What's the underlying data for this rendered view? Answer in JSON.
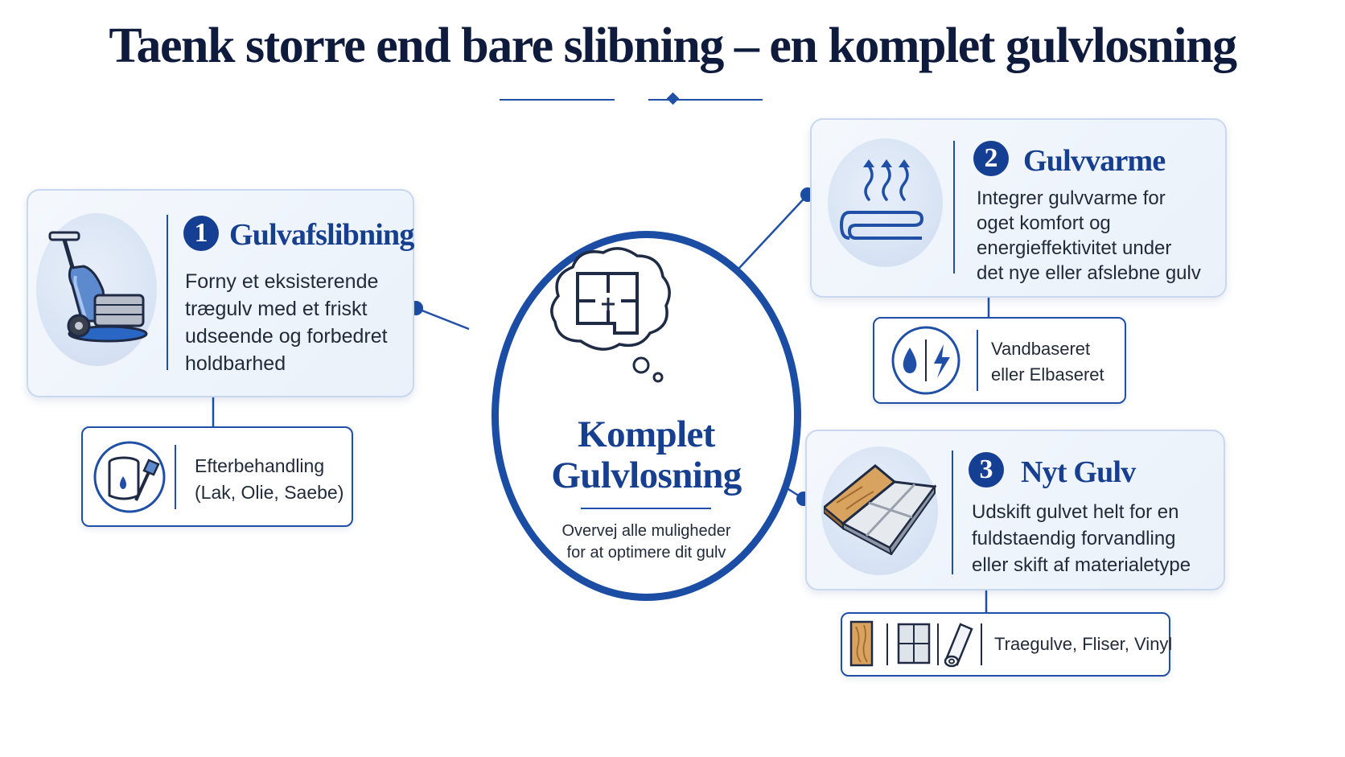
{
  "title": "Taenk storre end bare slibning – en komplet gulvlosning",
  "center": {
    "title": "Komplet\nGulvlosning",
    "subtitle": "Overvej alle muligheder\nfor at optimere dit gulv",
    "icon": "floorplan-thought-icon"
  },
  "options": [
    {
      "number": "1",
      "title": "Gulvafslibning",
      "text": "Forny et eksisterende\ntrægulv med et friskt\nudseende og forbedret\nholdbarhed",
      "icon": "floor-sander-icon",
      "sub": {
        "text": "Efterbehandling\n(Lak, Olie, Saebe)",
        "icon": "paint-can-brush-icon"
      }
    },
    {
      "number": "2",
      "title": "Gulvvarme",
      "text": "Integrer gulvvarme for\noget komfort og\nenergieffektivitet under\ndet nye eller afslebne gulv",
      "icon": "floor-heating-icon",
      "sub": {
        "text": "Vandbaseret\neller Elbaseret",
        "icons": [
          "water-drop-icon",
          "lightning-icon"
        ]
      }
    },
    {
      "number": "3",
      "title": "Nyt Gulv",
      "text": "Udskift gulvet helt for en\nfuldstaendig forvandling\neller skift af materialetype",
      "icon": "wood-tile-floor-icon",
      "sub": {
        "text": "Traegulve, Fliser, Vinyl",
        "icons": [
          "wood-plank-icon",
          "tile-icon",
          "vinyl-roll-icon"
        ]
      }
    }
  ],
  "colors": {
    "primary": "#1a4da3",
    "dark": "#0f1b3d",
    "card_border": "#c9d8ee"
  }
}
